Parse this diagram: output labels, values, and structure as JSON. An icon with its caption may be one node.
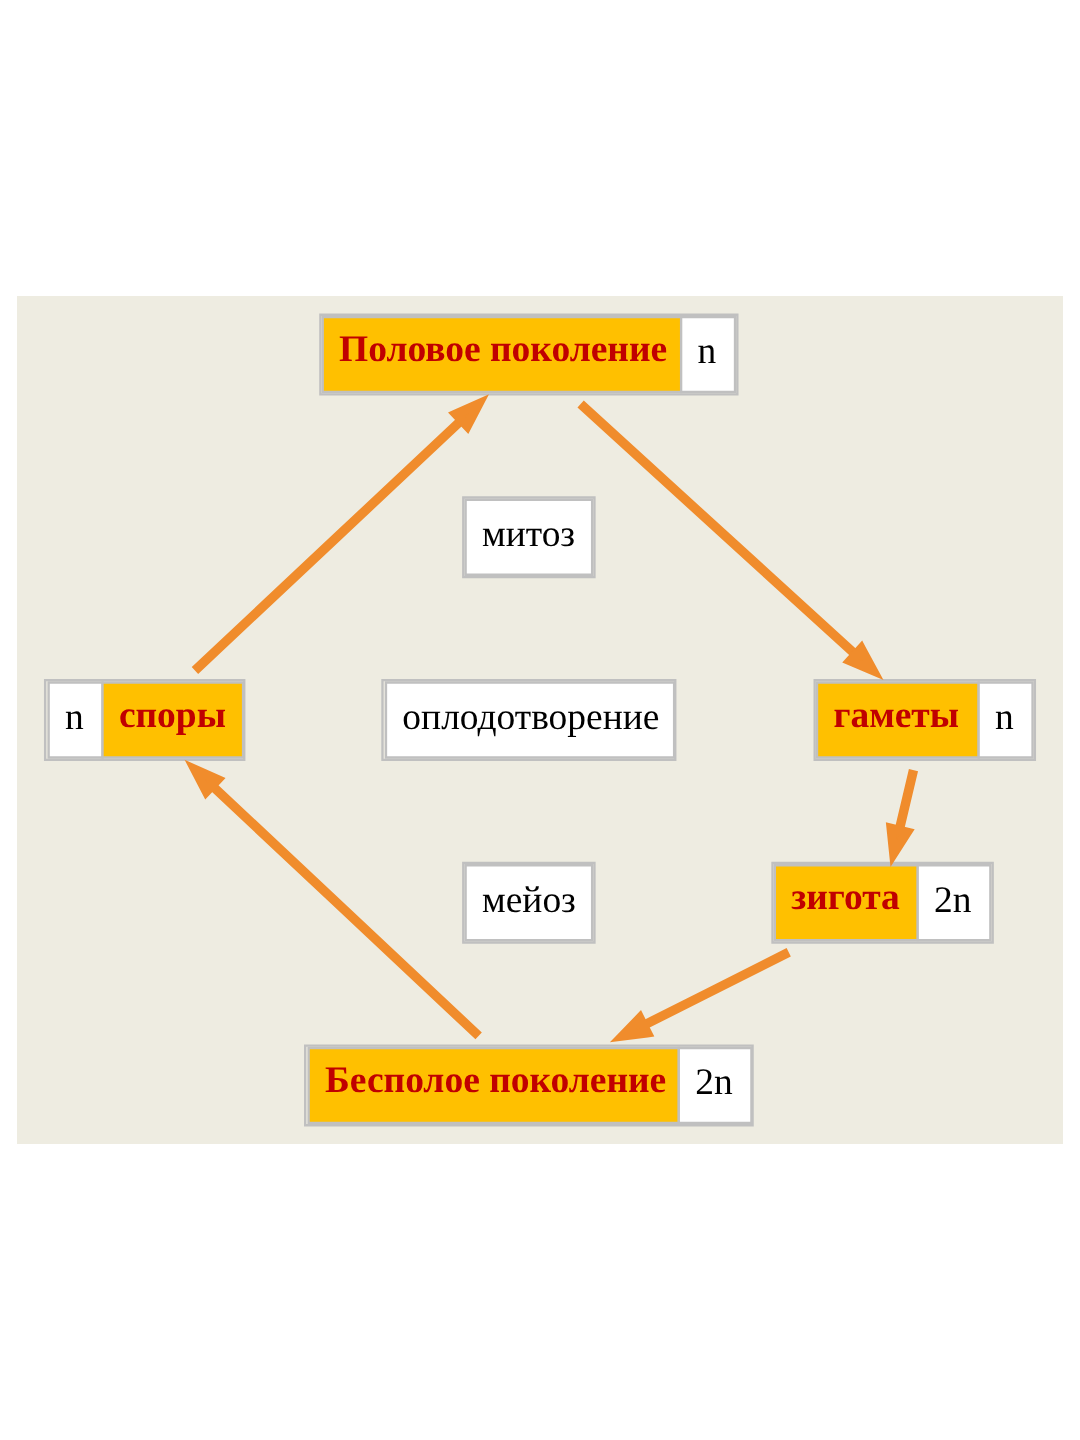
{
  "diagram": {
    "nodes": [
      {
        "text": [
          "Половое поколение",
          "n"
        ]
      },
      {
        "text": [
          "митоз"
        ]
      },
      {
        "text": [
          "гаметы",
          "n"
        ]
      },
      {
        "text": [
          "оплодотворение"
        ]
      },
      {
        "text": [
          "n",
          "споры"
        ]
      },
      {
        "text": [
          "мейоз"
        ]
      },
      {
        "text": [
          "зигота",
          "2n"
        ]
      },
      {
        "text": [
          "Бесполое поколение",
          "2n"
        ]
      }
    ],
    "edges": [
      {
        "from": 0,
        "to": 2,
        "arrow": "to"
      },
      {
        "from": 2,
        "to": 6,
        "arrow": "to"
      },
      {
        "from": 6,
        "to": 7,
        "arrow": "to"
      },
      {
        "from": 7,
        "to": 4,
        "arrow": "to"
      },
      {
        "from": 4,
        "to": 0,
        "arrow": "to"
      }
    ]
  }
}
